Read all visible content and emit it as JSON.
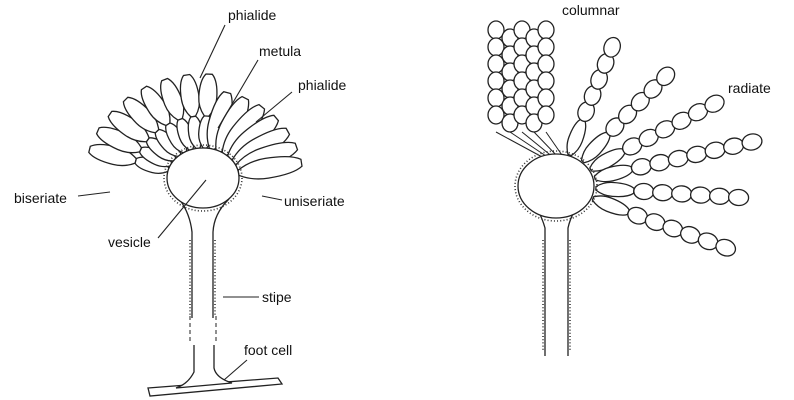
{
  "labels": {
    "phialide_top": "phialide",
    "metula": "metula",
    "phialide_right": "phialide",
    "biseriate": "biseriate",
    "uniseriate": "uniseriate",
    "vesicle": "vesicle",
    "stipe": "stipe",
    "foot_cell": "foot cell",
    "columnar": "columnar",
    "radiate": "radiate"
  }
}
